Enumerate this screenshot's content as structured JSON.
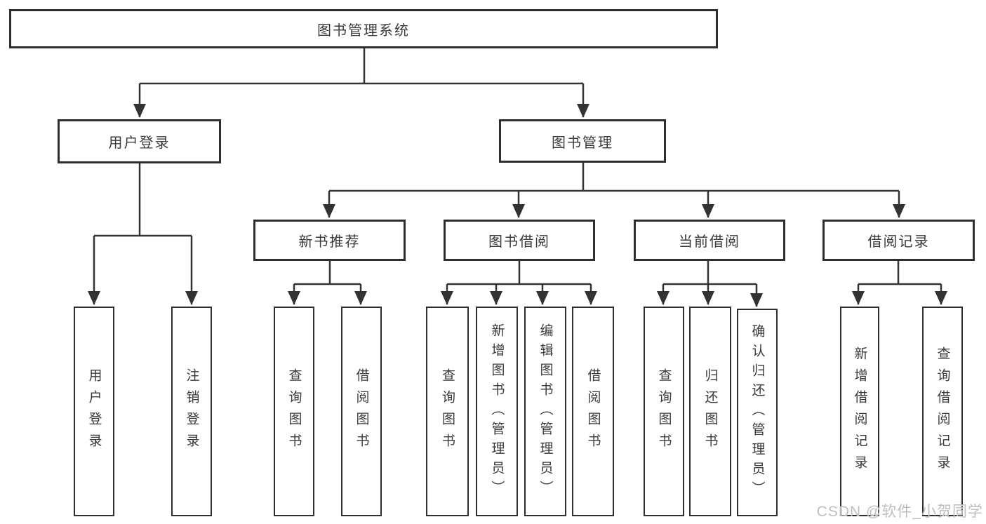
{
  "diagram": {
    "type": "tree",
    "colors": {
      "line": "#333333",
      "box_border": "#2e2e2e",
      "box_background": "#ffffff",
      "text": "#3a3a3a",
      "watermark": "#bbbbbb"
    },
    "nodes": {
      "root": {
        "label": "图书管理系统"
      },
      "user_login": {
        "label": "用户登录"
      },
      "book_management": {
        "label": "图书管理"
      },
      "new_book_recommend": {
        "label": "新书推荐"
      },
      "book_borrowing": {
        "label": "图书借阅"
      },
      "current_borrowing": {
        "label": "当前借阅"
      },
      "borrowing_records": {
        "label": "借阅记录"
      },
      "leaf_user_login": {
        "label": "用户登录"
      },
      "leaf_logout": {
        "label": "注销登录"
      },
      "leaf_query_books_recommend": {
        "label": "查询图书"
      },
      "leaf_borrow_books_recommend": {
        "label": "借阅图书"
      },
      "leaf_query_books_borrowing": {
        "label": "查询图书"
      },
      "leaf_add_books_admin": {
        "label": "新增图书（管理员）"
      },
      "leaf_edit_books_admin": {
        "label": "编辑图书（管理员）"
      },
      "leaf_borrow_books_borrowing": {
        "label": "借阅图书"
      },
      "leaf_query_books_current": {
        "label": "查询图书"
      },
      "leaf_return_books": {
        "label": "归还图书"
      },
      "leaf_confirm_return_admin": {
        "label": "确认归还（管理员）"
      },
      "leaf_add_borrow_record": {
        "label": "新增借阅记录"
      },
      "leaf_query_borrow_record": {
        "label": "查询借阅记录"
      }
    },
    "edges": [
      "图书管理系统→用户登录",
      "图书管理系统→图书管理",
      "用户登录→用户登录",
      "用户登录→注销登录",
      "图书管理→新书推荐",
      "图书管理→图书借阅",
      "图书管理→当前借阅",
      "图书管理→借阅记录",
      "新书推荐→查询图书",
      "新书推荐→借阅图书",
      "图书借阅→查询图书",
      "图书借阅→新增图书（管理员）",
      "图书借阅→编辑图书（管理员）",
      "图书借阅→借阅图书",
      "当前借阅→查询图书",
      "当前借阅→归还图书",
      "当前借阅→确认归还（管理员）",
      "借阅记录→新增借阅记录",
      "借阅记录→查询借阅记录"
    ]
  },
  "watermark": {
    "text": "CSDN @软件_小贺同学"
  }
}
